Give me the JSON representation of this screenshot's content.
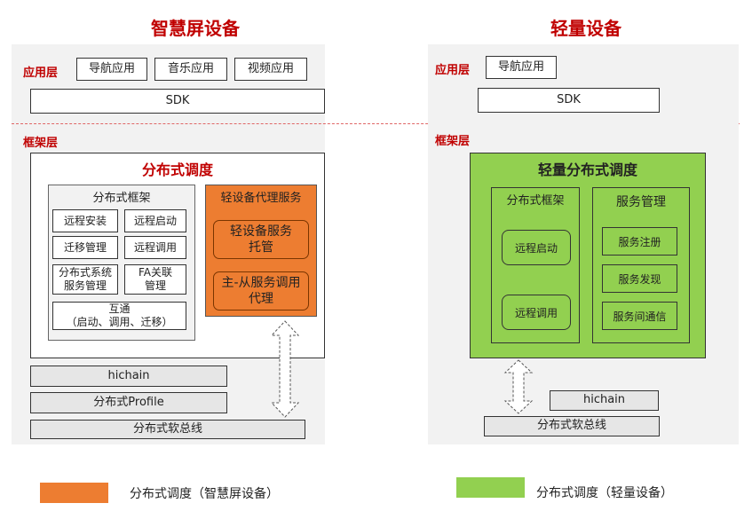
{
  "left": {
    "title": "智慧屏设备",
    "app_layer_label": "应用层",
    "apps": [
      "导航应用",
      "音乐应用",
      "视频应用"
    ],
    "sdk": "SDK",
    "framework_label": "框架层",
    "scheduler_title": "分布式调度",
    "framework_title": "分布式框架",
    "framework_items": [
      "远程安装",
      "远程启动",
      "迁移管理",
      "远程调用",
      "分布式系统服务管理",
      "FA关联管理"
    ],
    "interop_line1": "互通",
    "interop_line2": "（启动、调用、迁移）",
    "proxy_title": "轻设备代理服务",
    "proxy_hosting": "轻设备服务托管",
    "proxy_call": "主-从服务调用代理",
    "hichain": "hichain",
    "profile": "分布式Profile",
    "softbus": "分布式软总线"
  },
  "right": {
    "title": "轻量设备",
    "app_layer_label": "应用层",
    "apps": [
      "导航应用"
    ],
    "sdk": "SDK",
    "framework_label": "框架层",
    "scheduler_title": "轻量分布式调度",
    "framework_title": "分布式框架",
    "framework_items": [
      "远程启动",
      "远程调用"
    ],
    "service_title": "服务管理",
    "service_items": [
      "服务注册",
      "服务发现",
      "服务间通信"
    ],
    "hichain": "hichain",
    "softbus": "分布式软总线"
  },
  "legend": [
    {
      "color": "#ed7d31",
      "label": "分布式调度（智慧屏设备）"
    },
    {
      "color": "#92d050",
      "label": "分布式调度（轻量设备）"
    }
  ]
}
